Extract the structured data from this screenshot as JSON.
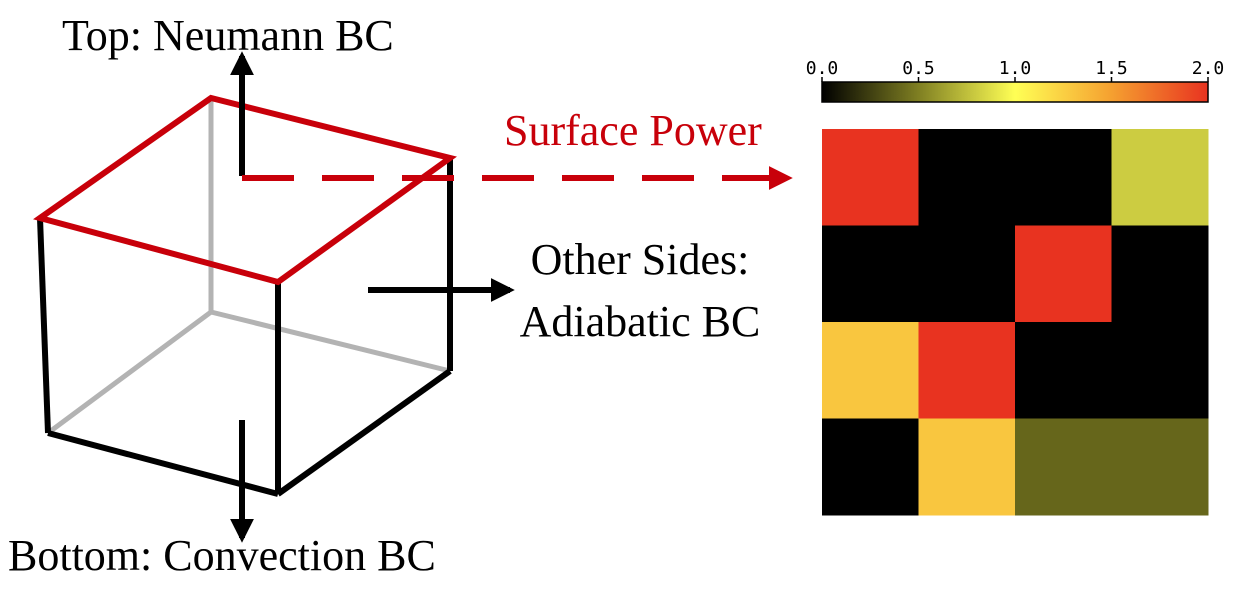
{
  "labels": {
    "top": "Top: Neumann BC",
    "bottom": "Bottom: Convection BC",
    "sides_line1": "Other Sides:",
    "sides_line2": "Adiabatic BC",
    "surface_power": "Surface Power"
  },
  "colors": {
    "top_face_edge": "#c8000a",
    "hidden_edge": "#b3b3b3",
    "visible_edge": "#000000",
    "arrow": "#000000",
    "dashed_arrow": "#c8000a"
  },
  "chart_data": {
    "type": "heatmap",
    "rows": 4,
    "cols": 4,
    "values": [
      [
        2.0,
        0.0,
        0.0,
        0.8
      ],
      [
        0.0,
        0.0,
        2.0,
        0.0
      ],
      [
        1.3,
        2.0,
        0.0,
        0.0
      ],
      [
        0.0,
        1.3,
        0.4,
        0.4
      ]
    ],
    "colorbar": {
      "min": 0.0,
      "max": 2.0,
      "tick_labels": [
        "0.0",
        "0.5",
        "1.0",
        "1.5",
        "2.0"
      ],
      "tick_values": [
        0.0,
        0.5,
        1.0,
        1.5,
        2.0
      ],
      "colormap": "black-yellow-red",
      "stops": [
        {
          "value": 0.0,
          "color": "#000000"
        },
        {
          "value": 0.5,
          "color": "#7f7f22"
        },
        {
          "value": 1.0,
          "color": "#ffff55"
        },
        {
          "value": 1.5,
          "color": "#f5a030"
        },
        {
          "value": 2.0,
          "color": "#e83320"
        }
      ]
    }
  }
}
